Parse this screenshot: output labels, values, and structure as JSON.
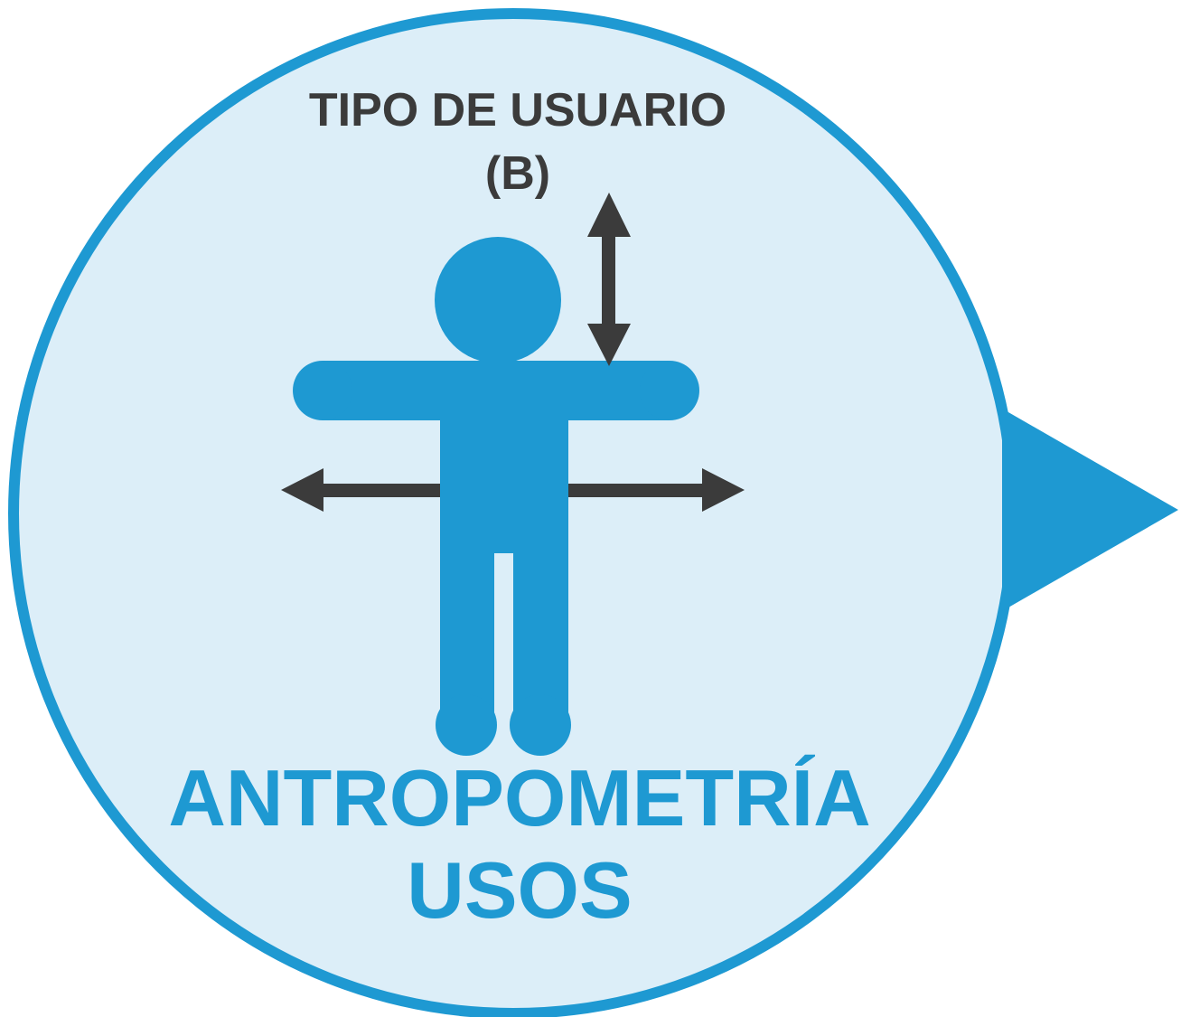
{
  "header": {
    "line1": "TIPO DE USUARIO",
    "line2": "(B)"
  },
  "footer": {
    "line1": "ANTROPOMETRÍA",
    "line2": "USOS"
  },
  "colors": {
    "accent": "#1E99D2",
    "bubble_fill": "#DCEEF8",
    "arrow": "#3B3B3B",
    "header_text": "#3B3B3B",
    "background": "#FFFFFF"
  },
  "icons": {
    "figure": "person-icon",
    "vertical_arrow": "double-arrow-vertical-icon",
    "horizontal_arrow": "double-arrow-horizontal-icon",
    "pointer": "triangle-pointer-icon"
  }
}
